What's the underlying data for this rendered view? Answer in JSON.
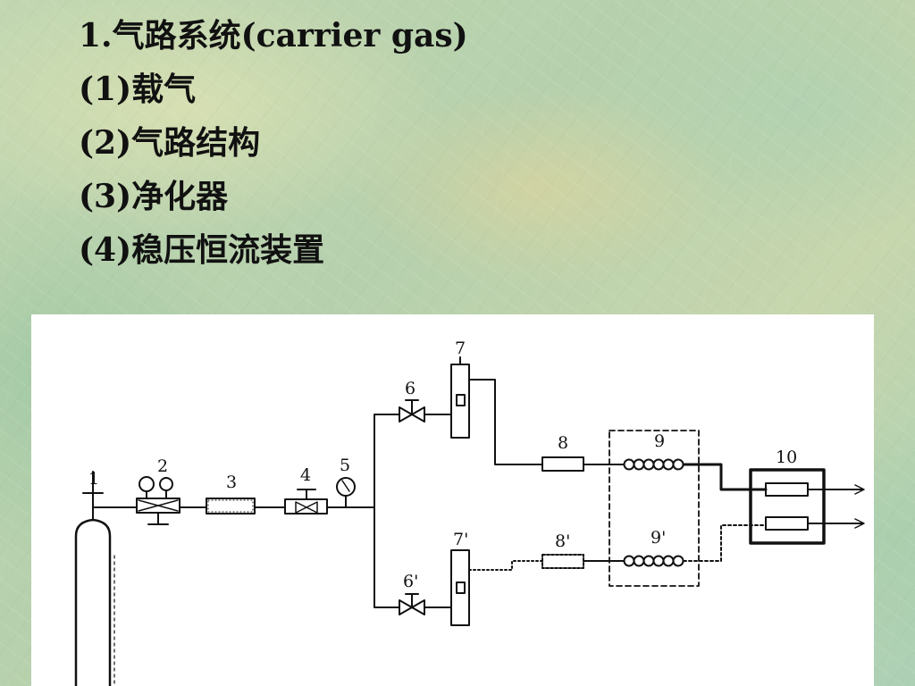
{
  "slide": {
    "heading": "1.气路系统(carrier gas)",
    "items": [
      "(1)载气",
      "(2)气路结构",
      "(3)净化器",
      "(4)稳压恒流装置"
    ]
  },
  "diagram": {
    "labels": {
      "cylinder": "1",
      "regulator": "2",
      "purifier": "3",
      "valve": "4",
      "gauge": "5",
      "valve_a": "6",
      "valve_b": "6'",
      "flowmeter_a": "7",
      "flowmeter_b": "7'",
      "injector_a": "8",
      "injector_b": "8'",
      "column_a": "9",
      "column_b": "9'",
      "detector": "10"
    }
  }
}
